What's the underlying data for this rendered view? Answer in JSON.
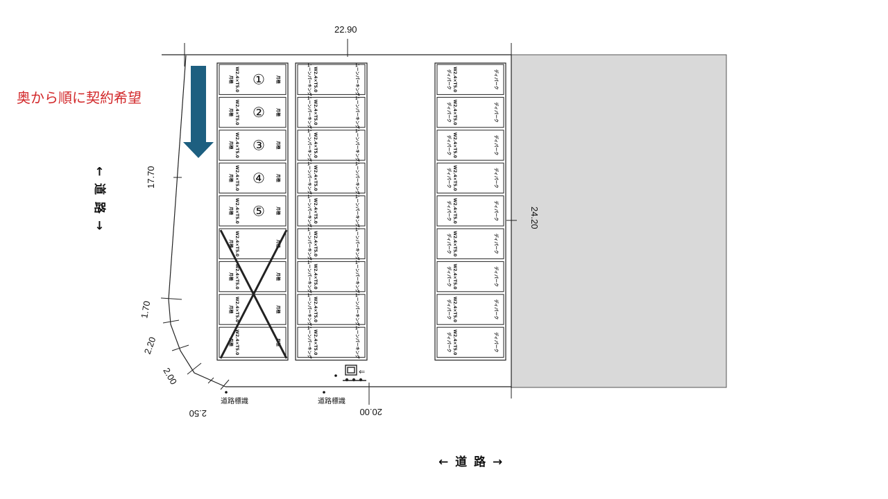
{
  "note": "奥から順に契約希望",
  "road_left": "← 道 路 →",
  "road_bottom": "← 道 路 →",
  "dimensions": {
    "top": "22.90",
    "left": "17.70",
    "right": "24.20",
    "bottom": "20.00",
    "curve1": "1.70",
    "curve2": "2.20",
    "curve3": "2.00",
    "curve4": "2.50"
  },
  "road_sign_label": "道路標識",
  "columns": {
    "left": {
      "label_a": "月極",
      "label_b": "W2.4×T5.0",
      "label_c": "月極",
      "numbers": [
        "①",
        "②",
        "③",
        "④",
        "⑤"
      ],
      "crossed_out_from_slot": 6,
      "slot_count": 9
    },
    "middle": {
      "label_a": "ムーンパーキング",
      "label_b": "W2.4×T5.0",
      "label_c": "ムーンパーキング",
      "slot_count": 9
    },
    "right": {
      "label_a": "ディパーク",
      "label_b": "W2.4×T5.0",
      "label_c": "ディパーク",
      "slot_count": 9
    }
  },
  "colors": {
    "arrow": "#1d5f80",
    "note": "#d2282a",
    "adjacent_building": "#d9d9d9"
  },
  "icons": [
    "down-arrow-icon",
    "parking-meter-icon",
    "road-sign-icon"
  ]
}
